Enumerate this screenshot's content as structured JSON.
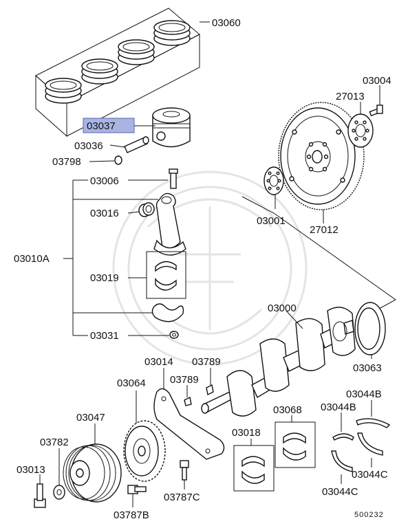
{
  "highlight_color": "#a9b4e3",
  "labels": {
    "p03060": "03060",
    "p03037": "03037",
    "p03036": "03036",
    "p03798": "03798",
    "p03006": "03006",
    "p03016": "03016",
    "p03010a": "03010A",
    "p03019": "03019",
    "p03031": "03031",
    "p03004": "03004",
    "p27013": "27013",
    "p03001": "03001",
    "p27012": "27012",
    "p03000": "03000",
    "p03063": "03063",
    "p03014": "03014",
    "p03789a": "03789",
    "p03789b": "03789",
    "p03064": "03064",
    "p03047": "03047",
    "p03782": "03782",
    "p03013": "03013",
    "p03787b": "03787B",
    "p03787c": "03787C",
    "p03018": "03018",
    "p03068": "03068",
    "p03044b_a": "03044B",
    "p03044b_b": "03044B",
    "p03044c_a": "03044C",
    "p03044c_b": "03044C",
    "diagram_code": "500232"
  }
}
